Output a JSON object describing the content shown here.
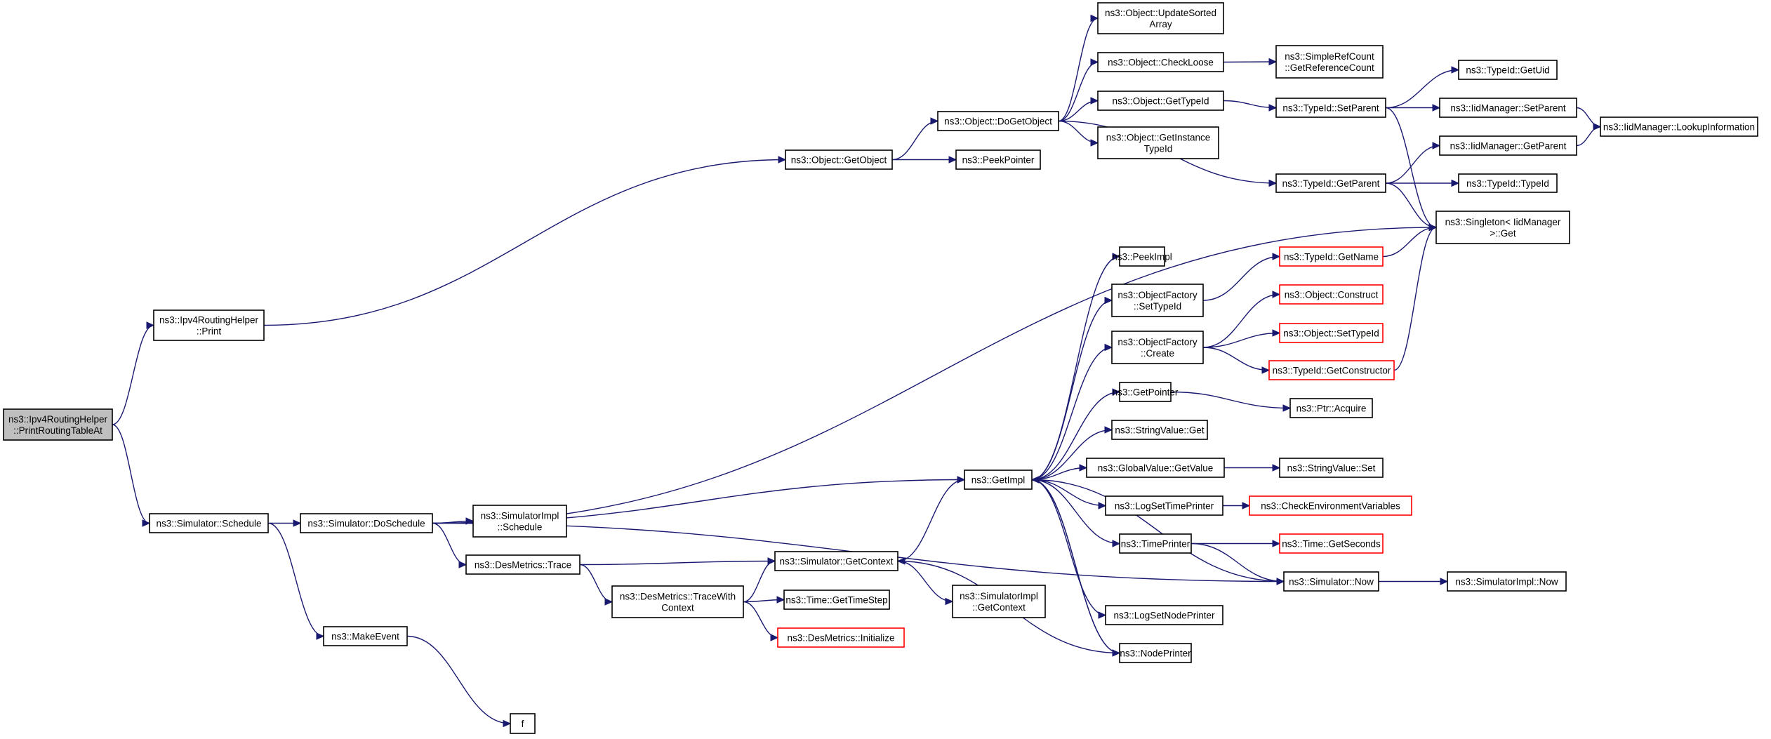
{
  "colors": {
    "edge": "#191970",
    "border_normal": "#000000",
    "border_truncated": "#ff0000",
    "fill_focus": "#bfbfbf",
    "fill_normal": "#ffffff"
  },
  "nodes": [
    {
      "id": "root",
      "lines": [
        "ns3::Ipv4RoutingHelper",
        "::PrintRoutingTableAt"
      ],
      "style": "focus"
    },
    {
      "id": "print",
      "lines": [
        "ns3::Ipv4RoutingHelper",
        "::Print"
      ],
      "style": "normal"
    },
    {
      "id": "schedule",
      "lines": [
        "ns3::Simulator::Schedule"
      ],
      "style": "normal"
    },
    {
      "id": "doschedule",
      "lines": [
        "ns3::Simulator::DoSchedule"
      ],
      "style": "normal"
    },
    {
      "id": "makeevent",
      "lines": [
        "ns3::MakeEvent"
      ],
      "style": "normal"
    },
    {
      "id": "f",
      "lines": [
        "f"
      ],
      "style": "normal"
    },
    {
      "id": "getobject",
      "lines": [
        "ns3::Object::GetObject"
      ],
      "style": "normal"
    },
    {
      "id": "dogetobject",
      "lines": [
        "ns3::Object::DoGetObject"
      ],
      "style": "normal"
    },
    {
      "id": "peekpointer",
      "lines": [
        "ns3::PeekPointer"
      ],
      "style": "normal"
    },
    {
      "id": "updatesorted",
      "lines": [
        "ns3::Object::UpdateSorted",
        "Array"
      ],
      "style": "normal"
    },
    {
      "id": "checkloose",
      "lines": [
        "ns3::Object::CheckLoose"
      ],
      "style": "normal"
    },
    {
      "id": "objgettypeid",
      "lines": [
        "ns3::Object::GetTypeId"
      ],
      "style": "normal"
    },
    {
      "id": "getinstance",
      "lines": [
        "ns3::Object::GetInstance",
        "TypeId"
      ],
      "style": "normal"
    },
    {
      "id": "simplerefcount",
      "lines": [
        "ns3::SimpleRefCount",
        "::GetReferenceCount"
      ],
      "style": "normal"
    },
    {
      "id": "setparent",
      "lines": [
        "ns3::TypeId::SetParent"
      ],
      "style": "normal"
    },
    {
      "id": "getparent",
      "lines": [
        "ns3::TypeId::GetParent"
      ],
      "style": "normal"
    },
    {
      "id": "getuid",
      "lines": [
        "ns3::TypeId::GetUid"
      ],
      "style": "normal"
    },
    {
      "id": "iidsetparent",
      "lines": [
        "ns3::IidManager::SetParent"
      ],
      "style": "normal"
    },
    {
      "id": "iidgetparent",
      "lines": [
        "ns3::IidManager::GetParent"
      ],
      "style": "normal"
    },
    {
      "id": "typeid",
      "lines": [
        "ns3::TypeId::TypeId"
      ],
      "style": "normal"
    },
    {
      "id": "lookup",
      "lines": [
        "ns3::IidManager::LookupInformation"
      ],
      "style": "normal"
    },
    {
      "id": "singleton",
      "lines": [
        "ns3::Singleton< IidManager",
        ">::Get"
      ],
      "style": "normal"
    },
    {
      "id": "simimplschedule",
      "lines": [
        "ns3::SimulatorImpl",
        "::Schedule"
      ],
      "style": "normal"
    },
    {
      "id": "desmetricstrace",
      "lines": [
        "ns3::DesMetrics::Trace"
      ],
      "style": "normal"
    },
    {
      "id": "tracewithcontext",
      "lines": [
        "ns3::DesMetrics::TraceWith",
        "Context"
      ],
      "style": "normal"
    },
    {
      "id": "simgetcontext",
      "lines": [
        "ns3::Simulator::GetContext"
      ],
      "style": "normal"
    },
    {
      "id": "gettimestep",
      "lines": [
        "ns3::Time::GetTimeStep"
      ],
      "style": "normal"
    },
    {
      "id": "desinit",
      "lines": [
        "ns3::DesMetrics::Initialize"
      ],
      "style": "truncated"
    },
    {
      "id": "simimplgetcontext",
      "lines": [
        "ns3::SimulatorImpl",
        "::GetContext"
      ],
      "style": "normal"
    },
    {
      "id": "getimpl",
      "lines": [
        "ns3::GetImpl"
      ],
      "style": "normal"
    },
    {
      "id": "peekimpl",
      "lines": [
        "ns3::PeekImpl"
      ],
      "style": "normal"
    },
    {
      "id": "ofsettypeid",
      "lines": [
        "ns3::ObjectFactory",
        "::SetTypeId"
      ],
      "style": "normal"
    },
    {
      "id": "ofcreate",
      "lines": [
        "ns3::ObjectFactory",
        "::Create"
      ],
      "style": "normal"
    },
    {
      "id": "getpointer",
      "lines": [
        "ns3::GetPointer"
      ],
      "style": "normal"
    },
    {
      "id": "stringvalueget",
      "lines": [
        "ns3::StringValue::Get"
      ],
      "style": "normal"
    },
    {
      "id": "globalvalueget",
      "lines": [
        "ns3::GlobalValue::GetValue"
      ],
      "style": "normal"
    },
    {
      "id": "logsettimeprinter",
      "lines": [
        "ns3::LogSetTimePrinter"
      ],
      "style": "normal"
    },
    {
      "id": "timeprinter",
      "lines": [
        "ns3::TimePrinter"
      ],
      "style": "normal"
    },
    {
      "id": "logsetnodeprinter",
      "lines": [
        "ns3::LogSetNodePrinter"
      ],
      "style": "normal"
    },
    {
      "id": "nodeprinter",
      "lines": [
        "ns3::NodePrinter"
      ],
      "style": "normal"
    },
    {
      "id": "typeidgetname",
      "lines": [
        "ns3::TypeId::GetName"
      ],
      "style": "truncated"
    },
    {
      "id": "objconstruct",
      "lines": [
        "ns3::Object::Construct"
      ],
      "style": "truncated"
    },
    {
      "id": "objsettypeid",
      "lines": [
        "ns3::Object::SetTypeId"
      ],
      "style": "truncated"
    },
    {
      "id": "getconstructor",
      "lines": [
        "ns3::TypeId::GetConstructor"
      ],
      "style": "truncated"
    },
    {
      "id": "ptracquire",
      "lines": [
        "ns3::Ptr::Acquire"
      ],
      "style": "normal"
    },
    {
      "id": "stringvalueset",
      "lines": [
        "ns3::StringValue::Set"
      ],
      "style": "normal"
    },
    {
      "id": "checkenv",
      "lines": [
        "ns3::CheckEnvironmentVariables"
      ],
      "style": "truncated"
    },
    {
      "id": "getseconds",
      "lines": [
        "ns3::Time::GetSeconds"
      ],
      "style": "truncated"
    },
    {
      "id": "simnow",
      "lines": [
        "ns3::Simulator::Now"
      ],
      "style": "normal"
    },
    {
      "id": "simimplnow",
      "lines": [
        "ns3::SimulatorImpl::Now"
      ],
      "style": "normal"
    }
  ],
  "edges": [
    [
      "root",
      "print"
    ],
    [
      "root",
      "schedule"
    ],
    [
      "print",
      "getobject"
    ],
    [
      "schedule",
      "doschedule"
    ],
    [
      "schedule",
      "makeevent"
    ],
    [
      "makeevent",
      "f"
    ],
    [
      "getobject",
      "dogetobject"
    ],
    [
      "getobject",
      "peekpointer"
    ],
    [
      "dogetobject",
      "updatesorted"
    ],
    [
      "dogetobject",
      "checkloose"
    ],
    [
      "dogetobject",
      "objgettypeid"
    ],
    [
      "dogetobject",
      "getinstance"
    ],
    [
      "dogetobject",
      "getparent"
    ],
    [
      "checkloose",
      "simplerefcount"
    ],
    [
      "objgettypeid",
      "setparent"
    ],
    [
      "setparent",
      "getuid"
    ],
    [
      "setparent",
      "iidsetparent"
    ],
    [
      "setparent",
      "singleton"
    ],
    [
      "iidsetparent",
      "lookup"
    ],
    [
      "getparent",
      "iidgetparent"
    ],
    [
      "getparent",
      "typeid"
    ],
    [
      "getparent",
      "singleton"
    ],
    [
      "iidgetparent",
      "lookup"
    ],
    [
      "doschedule",
      "singleton"
    ],
    [
      "doschedule",
      "getimpl"
    ],
    [
      "doschedule",
      "simimplschedule"
    ],
    [
      "doschedule",
      "desmetricstrace"
    ],
    [
      "doschedule",
      "simnow"
    ],
    [
      "desmetricstrace",
      "simgetcontext"
    ],
    [
      "desmetricstrace",
      "tracewithcontext"
    ],
    [
      "tracewithcontext",
      "simgetcontext"
    ],
    [
      "tracewithcontext",
      "gettimestep"
    ],
    [
      "tracewithcontext",
      "desinit"
    ],
    [
      "simgetcontext",
      "getimpl"
    ],
    [
      "simgetcontext",
      "simimplgetcontext"
    ],
    [
      "getimpl",
      "peekimpl"
    ],
    [
      "getimpl",
      "ofsettypeid"
    ],
    [
      "getimpl",
      "ofcreate"
    ],
    [
      "getimpl",
      "getpointer"
    ],
    [
      "getimpl",
      "stringvalueget"
    ],
    [
      "getimpl",
      "globalvalueget"
    ],
    [
      "getimpl",
      "logsettimeprinter"
    ],
    [
      "getimpl",
      "timeprinter"
    ],
    [
      "getimpl",
      "logsetnodeprinter"
    ],
    [
      "getimpl",
      "nodeprinter"
    ],
    [
      "ofsettypeid",
      "typeidgetname"
    ],
    [
      "typeidgetname",
      "singleton"
    ],
    [
      "ofcreate",
      "objconstruct"
    ],
    [
      "ofcreate",
      "objsettypeid"
    ],
    [
      "ofcreate",
      "getconstructor"
    ],
    [
      "getconstructor",
      "singleton"
    ],
    [
      "getpointer",
      "ptracquire"
    ],
    [
      "globalvalueget",
      "stringvalueset"
    ],
    [
      "logsettimeprinter",
      "checkenv"
    ],
    [
      "timeprinter",
      "getseconds"
    ],
    [
      "timeprinter",
      "simnow"
    ],
    [
      "simnow",
      "getimpl"
    ],
    [
      "simnow",
      "simimplnow"
    ],
    [
      "nodeprinter",
      "getimpl"
    ],
    [
      "nodeprinter",
      "simgetcontext"
    ]
  ]
}
